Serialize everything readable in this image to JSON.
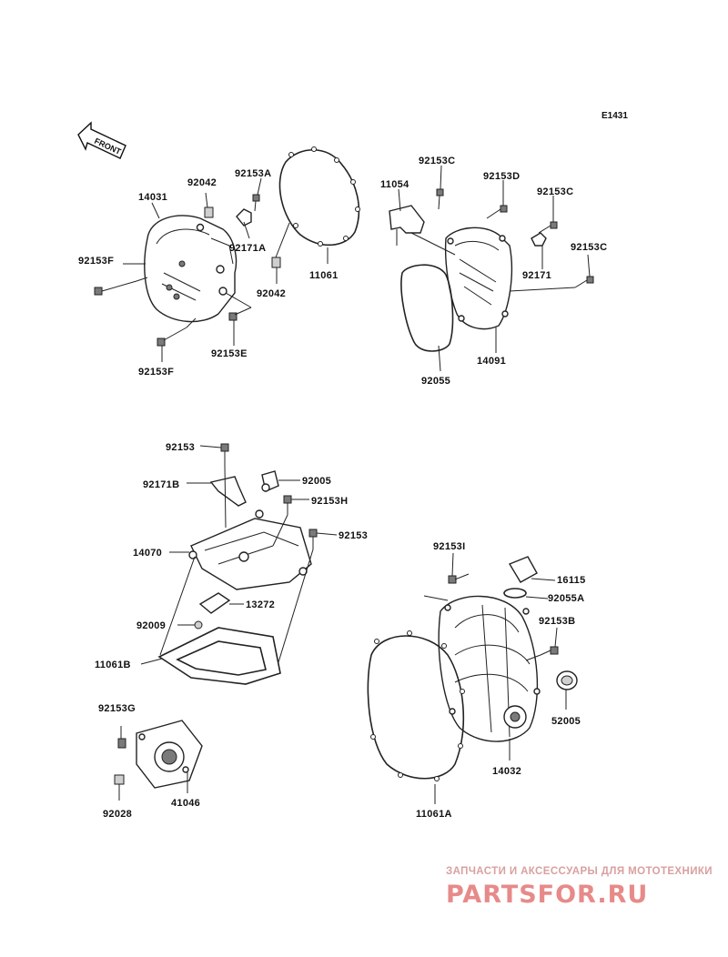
{
  "diagram_code": "E1431",
  "front_label": "FRONT",
  "labels": {
    "p14031": "14031",
    "p92042a": "92042",
    "p92153A": "92153A",
    "p92171A": "92171A",
    "p92153F_top": "92153F",
    "p92153F_bot": "92153F",
    "p92153E": "92153E",
    "p92042b": "92042",
    "p11061": "11061",
    "p11054": "11054",
    "p92153C_1": "92153C",
    "p92153D": "92153D",
    "p92153C_2": "92153C",
    "p92153C_3": "92153C",
    "p92171": "92171",
    "p14091": "14091",
    "p92055": "92055",
    "p92153_top": "92153",
    "p92171B": "92171B",
    "p92005": "92005",
    "p92153H": "92153H",
    "p92153_mid": "92153",
    "p14070": "14070",
    "p13272": "13272",
    "p92009": "92009",
    "p11061B": "11061B",
    "p92153G": "92153G",
    "p92028": "92028",
    "p41046": "41046",
    "p92153I": "92153I",
    "p16115": "16115",
    "p92055A": "92055A",
    "p92153B": "92153B",
    "p52005": "52005",
    "p14032": "14032",
    "p11061A": "11061A"
  },
  "watermark": {
    "tagline": "ЗАПЧАСТИ И АКСЕССУАРЫ ДЛЯ МОТОТЕХНИКИ",
    "brand": "PARTSFOR.RU"
  }
}
